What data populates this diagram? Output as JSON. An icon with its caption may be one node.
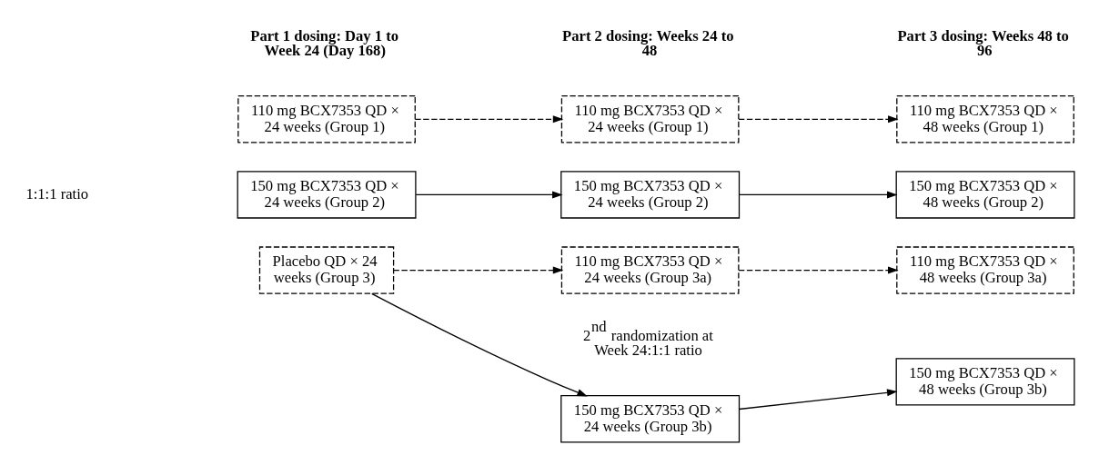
{
  "diagram": {
    "nodes": [
      {
        "text": [
          "110 mg BCX7353 QD × 24 weeks (Group 1)"
        ]
      },
      {
        "text": [
          "110 mg BCX7353 QD × 24 weeks (Group 1)"
        ]
      },
      {
        "text": [
          "110 mg BCX7353 QD × 48 weeks (Group 1)"
        ]
      },
      {
        "text": [
          "150 mg BCX7353 QD × 24 weeks (Group 2)"
        ]
      },
      {
        "text": [
          "150 mg BCX7353 QD × 24 weeks (Group 2)"
        ]
      },
      {
        "text": [
          "150 mg BCX7353 QD × 48 weeks (Group 2)"
        ]
      },
      {
        "text": [
          "110 mg BCX7353 QD × 24 weeks (Group 3a)"
        ]
      },
      {
        "text": [
          "110 mg BCX7353 QD × 48 weeks (Group 3a)"
        ]
      },
      {
        "text": [
          "Placebo QD × 24 weeks (Group 3)"
        ]
      },
      {
        "text": [
          "150 mg BCX7353 QD × 24 weeks (Group 3b)"
        ]
      },
      {
        "text": [
          "150 mg BCX7353 QD × 48 weeks (Group 3b)"
        ]
      }
    ],
    "edges": [
      {
        "from": 0,
        "to": 1,
        "arrow": "to",
        "style": "dashed"
      },
      {
        "from": 1,
        "to": 2,
        "arrow": "to",
        "style": "dashed"
      },
      {
        "from": 3,
        "to": 4,
        "arrow": "to"
      },
      {
        "from": 4,
        "to": 5,
        "arrow": "to"
      },
      {
        "from": 8,
        "to": 6,
        "arrow": "to",
        "style": "dashed"
      },
      {
        "from": 6,
        "to": 7,
        "arrow": "to",
        "style": "dashed"
      },
      {
        "from": 8,
        "to": 9,
        "arrow": "to"
      },
      {
        "from": 9,
        "to": 10,
        "arrow": "to"
      }
    ],
    "labels": [
      "Part 1 dosing: Day 1 to Week 24 (Day 168)",
      "Part 2 dosing: Weeks 24 to 48",
      "Part 3 dosing: Weeks 48 to 96",
      "1:1:1 ratio",
      "2$^{nd}$ randomization at Week 24:1:1 ratio"
    ]
  }
}
